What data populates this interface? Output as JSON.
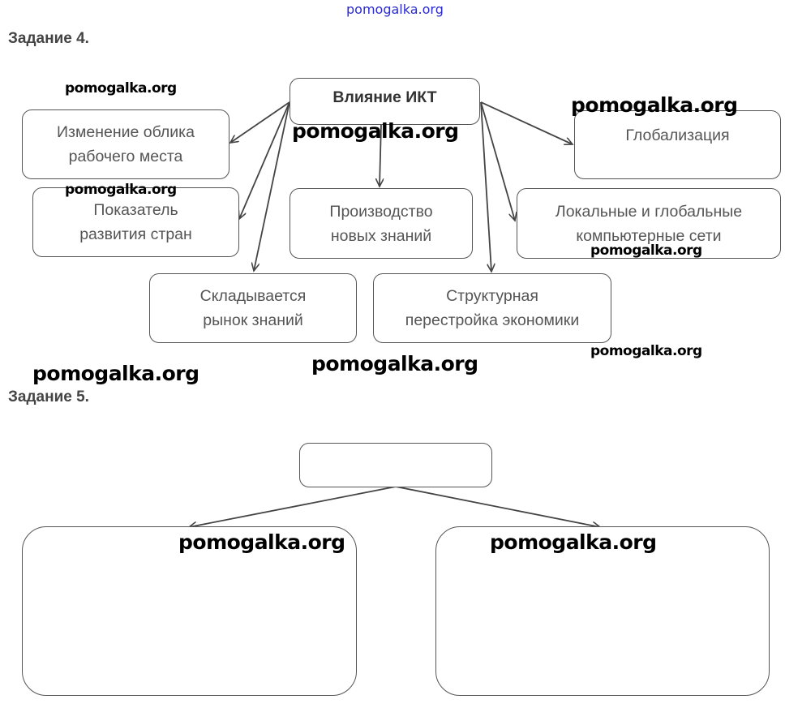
{
  "site_watermark": "pomogalka.org",
  "task4": {
    "heading": "Задание 4.",
    "center": "Влияние ИКТ",
    "items": [
      [
        "Изменение облика",
        "рабочего места"
      ],
      [
        "Показатель",
        "развития стран"
      ],
      [
        "Производство",
        "новых знаний"
      ],
      [
        "Глобализация"
      ],
      [
        "Локальные и глобальные",
        "компьютерные сети"
      ],
      [
        "Складывается",
        "рынок знаний"
      ],
      [
        "Структурная",
        "перестройка экономики"
      ]
    ]
  },
  "task5": {
    "heading": "Задание 5.",
    "center": "",
    "left": "",
    "right": ""
  },
  "colors": {
    "border": "#555555",
    "watermark_top": "#2a2ad0"
  }
}
